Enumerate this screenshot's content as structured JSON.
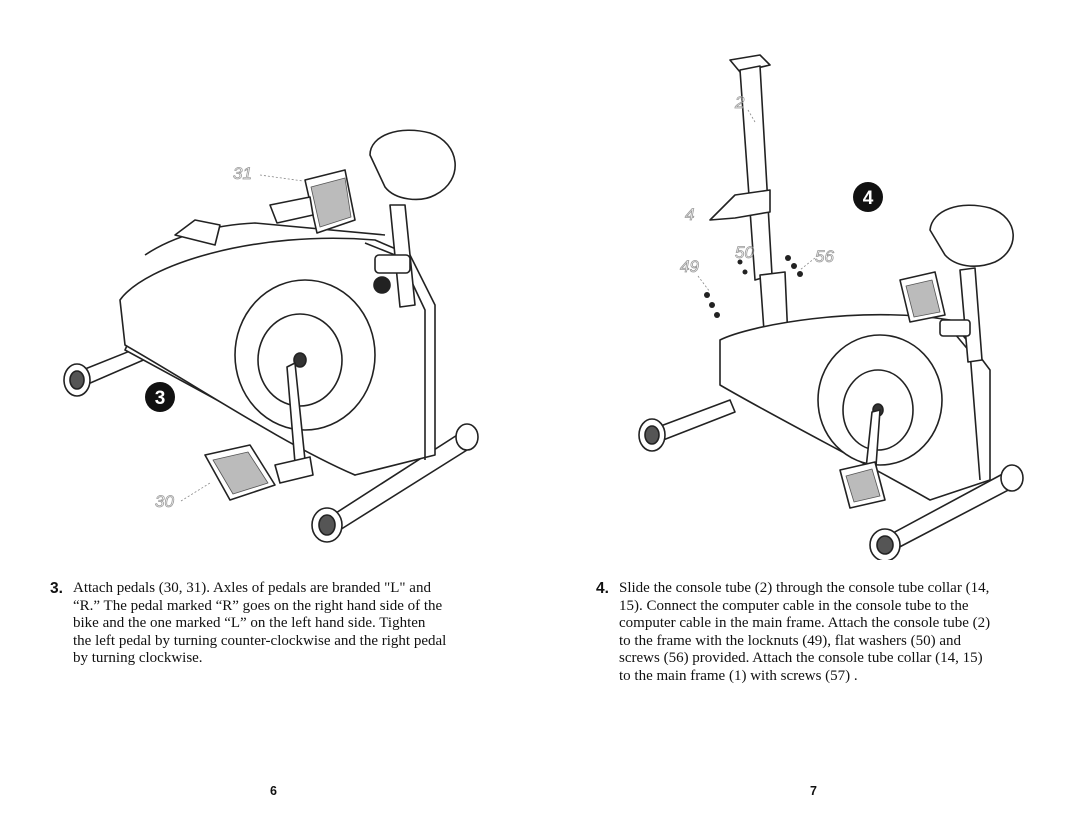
{
  "pages": [
    {
      "page_number": "6",
      "step_number": "3.",
      "step_badge": "3",
      "part_labels": [
        "31",
        "30"
      ],
      "text_lines": [
        "Attach pedals (30, 31). Axles of pedals are branded \"L\" and",
        "“R.” The pedal marked “R” goes on the right hand side of the",
        "bike and the one marked “L” on the left hand side. Tighten",
        "the left pedal by turning counter-clockwise and the right pedal",
        "by turning clockwise."
      ]
    },
    {
      "page_number": "7",
      "step_number": "4.",
      "step_badge": "4",
      "part_labels": [
        "2",
        "4",
        "49",
        "50",
        "56"
      ],
      "text_lines": [
        "Slide the console tube (2) through the console tube collar (14,",
        "15). Connect the computer cable in the console tube to the",
        "computer cable in the main frame. Attach the console tube (2)",
        "to the frame with the locknuts (49), flat washers (50) and",
        "screws (56) provided. Attach the console tube collar (14, 15)",
        "to the main frame (1) with screws (57) ."
      ]
    }
  ]
}
